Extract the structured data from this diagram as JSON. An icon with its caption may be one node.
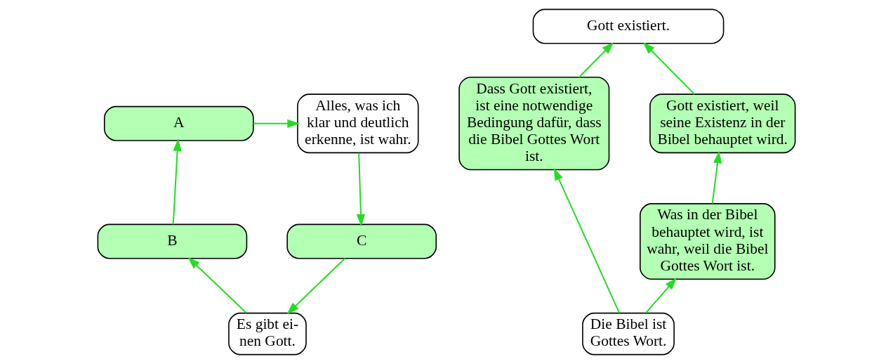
{
  "diagram": {
    "nodes": [
      {
        "text": [
          "Es gibt ei- nen Gott."
        ]
      },
      {
        "text": [
          "C"
        ]
      },
      {
        "text": [
          "B"
        ]
      },
      {
        "text": [
          "Alles, was ich klar und deutlich erkenne, ist wahr."
        ]
      },
      {
        "text": [
          "A"
        ]
      },
      {
        "text": [
          "Gott existiert."
        ]
      },
      {
        "text": [
          "Gott existiert, weil seine Existenz in der Bibel behauptet wird."
        ]
      },
      {
        "text": [
          "Dass Gott existiert, ist eine notwendige Bedingung dafür, dass die Bibel Gottes Wort ist."
        ]
      },
      {
        "text": [
          "Was in der Bibel behauptet wird, ist wahr, weil die Bibel Gottes Wort ist."
        ]
      },
      {
        "text": [
          "Die Bibel ist Gottes Wort."
        ]
      }
    ],
    "edges": [
      {
        "from": 1,
        "to": 0,
        "arrow": "to"
      },
      {
        "from": 0,
        "to": 2,
        "arrow": "to"
      },
      {
        "from": 2,
        "to": 4,
        "arrow": "to"
      },
      {
        "from": 4,
        "to": 3,
        "arrow": "to"
      },
      {
        "from": 3,
        "to": 1,
        "arrow": "to"
      },
      {
        "from": 6,
        "to": 5,
        "arrow": "to"
      },
      {
        "from": 7,
        "to": 5,
        "arrow": "to"
      },
      {
        "from": 8,
        "to": 6,
        "arrow": "to"
      },
      {
        "from": 9,
        "to": 8,
        "arrow": "to"
      },
      {
        "from": 9,
        "to": 7,
        "arrow": "to"
      }
    ]
  }
}
